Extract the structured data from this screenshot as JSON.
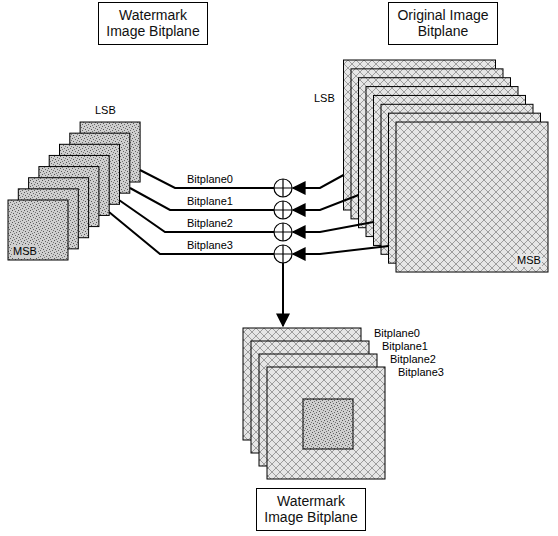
{
  "diagram": {
    "nodes": [
      {
        "text": [
          "Watermark Image Bitplane"
        ]
      },
      {
        "text": [
          "Original Image Bitplane"
        ]
      },
      {
        "text": [
          "Watermark Image Bitplane"
        ]
      }
    ],
    "labels": [
      "LSB",
      "MSB",
      "LSB",
      "MSB",
      "Bitplane0",
      "Bitplane1",
      "Bitplane2",
      "Bitplane3",
      "Bitplane0",
      "Bitplane1",
      "Bitplane2",
      "Bitplane3"
    ]
  }
}
